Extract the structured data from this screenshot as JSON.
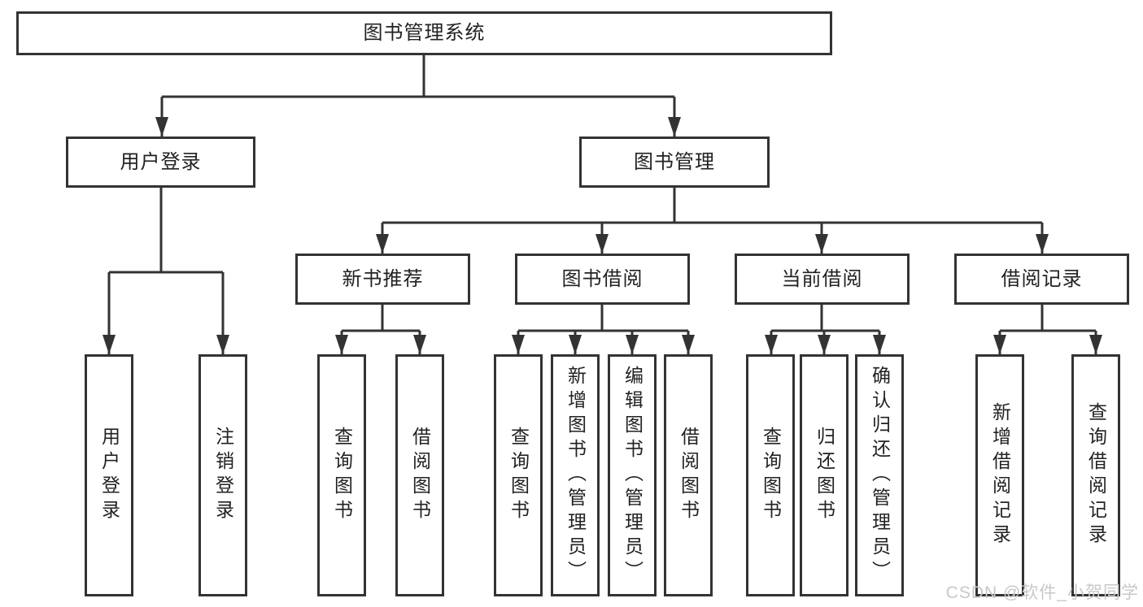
{
  "diagram": {
    "title": "图书管理系统",
    "branches": [
      {
        "label": "用户登录",
        "children": [
          {
            "label": "用户登录"
          },
          {
            "label": "注销登录"
          }
        ]
      },
      {
        "label": "图书管理",
        "children": [
          {
            "label": "新书推荐",
            "children": [
              {
                "label": "查询图书"
              },
              {
                "label": "借阅图书"
              }
            ]
          },
          {
            "label": "图书借阅",
            "children": [
              {
                "label": "查询图书"
              },
              {
                "label": "新增图书（管理员）"
              },
              {
                "label": "编辑图书（管理员）"
              },
              {
                "label": "借阅图书"
              }
            ]
          },
          {
            "label": "当前借阅",
            "children": [
              {
                "label": "查询图书"
              },
              {
                "label": "归还图书"
              },
              {
                "label": "确认归还（管理员）"
              }
            ]
          },
          {
            "label": "借阅记录",
            "children": [
              {
                "label": "新增借阅记录"
              },
              {
                "label": "查询借阅记录"
              }
            ]
          }
        ]
      }
    ]
  },
  "colors": {
    "line": "#333333",
    "text": "#222222",
    "watermark": "#c8c8c8"
  },
  "watermark": "CSDN @软件_小贺同学"
}
